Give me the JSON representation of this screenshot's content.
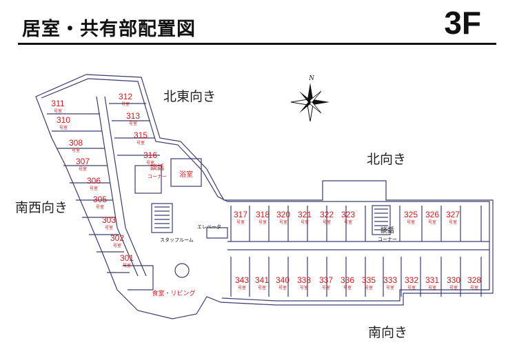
{
  "header": {
    "title": "居室・共有部配置図",
    "floor": "3F"
  },
  "directions": {
    "northeast": "北東向き",
    "north": "北向き",
    "southwest": "南西向き",
    "south": "南向き"
  },
  "compass": {
    "north_label": "N"
  },
  "rooms": {
    "wing_left": [
      "311",
      "312",
      "310",
      "313",
      "308",
      "315",
      "307",
      "316",
      "306",
      "305",
      "303",
      "302",
      "301"
    ],
    "upper_row": [
      "317",
      "318",
      "320",
      "321",
      "322",
      "323",
      "325",
      "326",
      "327"
    ],
    "lower_row": [
      "343",
      "341",
      "340",
      "338",
      "337",
      "336",
      "335",
      "333",
      "332",
      "331",
      "330",
      "328"
    ],
    "suffix": "号室"
  },
  "facilities": {
    "lounge_left": "談話",
    "lounge_left_sub": "コーナー",
    "bath": "浴室",
    "staff": "スタッフルーム",
    "elevator": "エレベータ",
    "lounge_right": "談話",
    "lounge_right_sub": "コーナー",
    "dining": "食室・リビング"
  },
  "colors": {
    "room_label": "#cc1a1a",
    "wall": "#3a3a6e",
    "text": "#111111"
  }
}
